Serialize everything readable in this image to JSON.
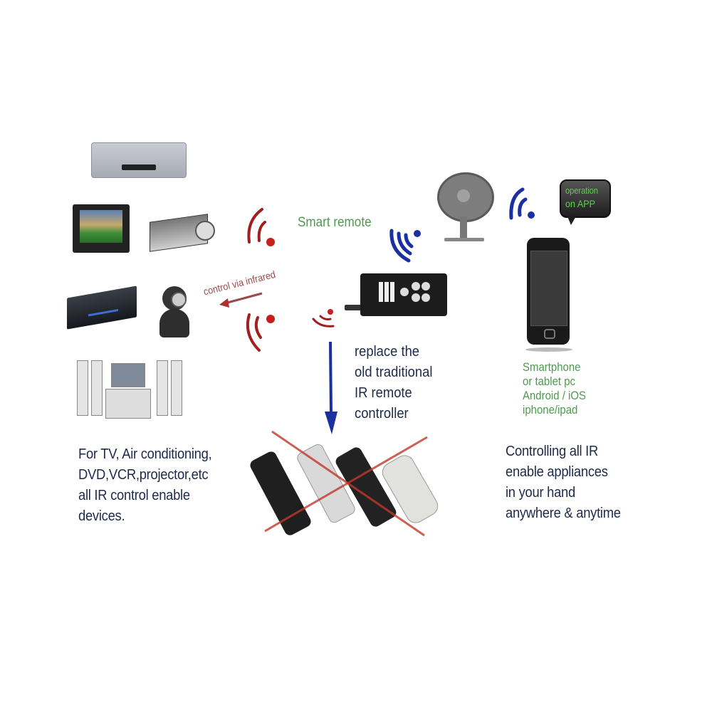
{
  "labels": {
    "smart_remote": "Smart remote",
    "control_via_infrared": "control via infrared",
    "operation_bubble": [
      "operation",
      "on APP"
    ],
    "phone_caption": [
      "Smartphone",
      "or tablet pc",
      "Android / iOS",
      "iphone/ipad"
    ],
    "replace_caption": [
      "replace the",
      "old traditional",
      "IR remote",
      "controller"
    ]
  },
  "captions": {
    "left": [
      "For TV, Air conditioning,",
      "DVD,VCR,projector,etc",
      "all IR control enable",
      "devices."
    ],
    "right": [
      "Controlling all IR",
      "enable appliances",
      "in your hand",
      "anywhere & anytime"
    ]
  },
  "devices": {
    "left": [
      "air-conditioner",
      "crt-tv",
      "projector",
      "set-top-box",
      "ip-camera",
      "home-theater"
    ],
    "right": [
      "fan",
      "smartphone"
    ],
    "center": [
      "smart-ir-phone",
      "old-remotes"
    ]
  },
  "colors": {
    "ir_red": "#a02020",
    "wifi_blue": "#1a2fa0",
    "caption_navy": "#1e2a4a",
    "green_text": "#4e9a4e",
    "cross_red": "#c0392b"
  }
}
